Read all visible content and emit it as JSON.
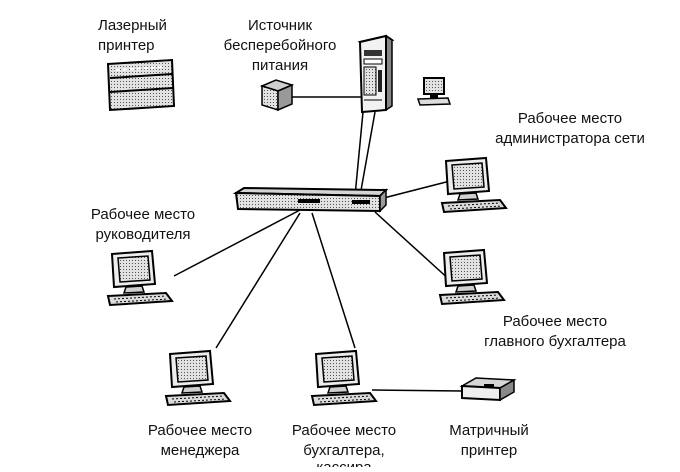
{
  "labels": {
    "laser_printer": [
      "Лазерный",
      "принтер"
    ],
    "ups": [
      "Источник",
      "бесперебойного",
      "питания"
    ],
    "admin": [
      "Рабочее место",
      "администратора сети"
    ],
    "director": [
      "Рабочее место",
      "руководителя"
    ],
    "chief_accountant": [
      "Рабочее место",
      "главного бухгалтера"
    ],
    "manager": [
      "Рабочее место",
      "менеджера"
    ],
    "accountant": [
      "Рабочее место",
      "бухгалтера,",
      "кассира"
    ],
    "matrix_printer": [
      "Матричный",
      "принтер"
    ]
  }
}
